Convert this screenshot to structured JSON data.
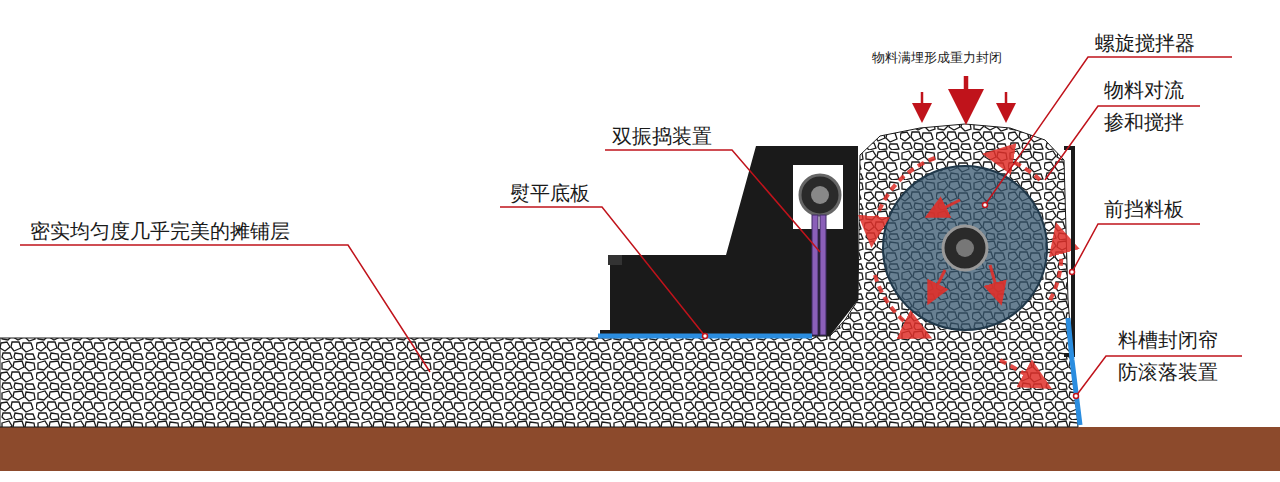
{
  "diagram": {
    "labels": [
      "物料满埋形成重力封闭",
      "螺旋搅拌器",
      "物料对流 掺和搅拌",
      "双振捣装置",
      "前挡料板",
      "熨平底板",
      "密实均匀度几乎完美的摊铺层",
      "料槽封闭帘 防滚落装置"
    ]
  }
}
